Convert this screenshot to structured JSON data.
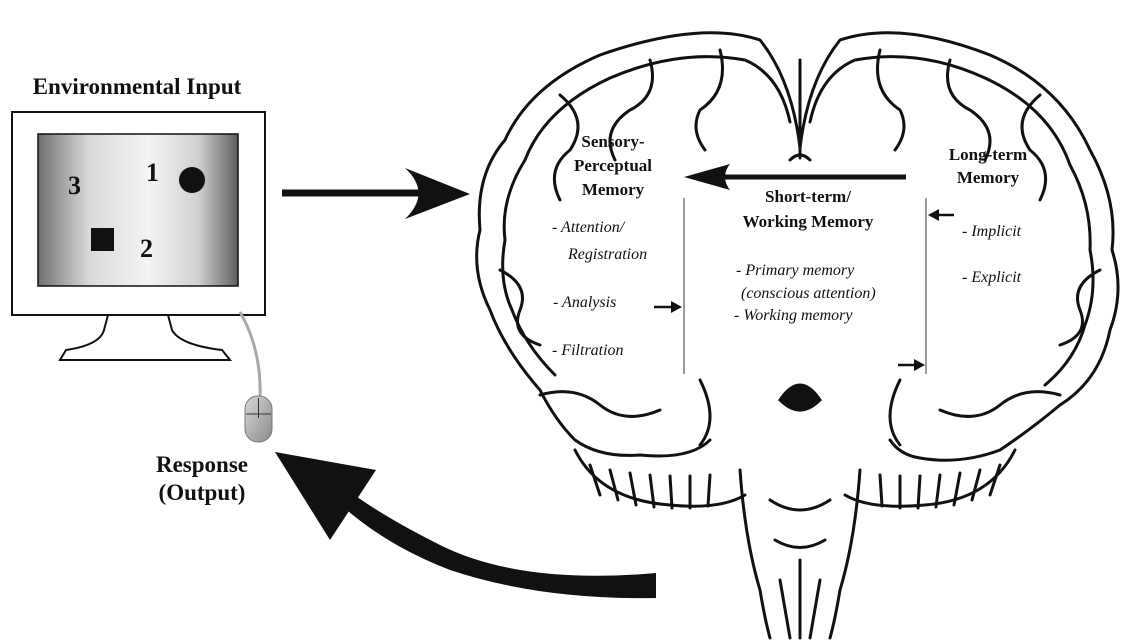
{
  "title": "Environmental Input",
  "screen": {
    "numbers": [
      "1",
      "2",
      "3"
    ]
  },
  "response": {
    "line1": "Response",
    "line2": "(Output)"
  },
  "sensory": {
    "heading": [
      "Sensory-",
      "Perceptual",
      "Memory"
    ],
    "items": [
      "- Attention/",
      "Registration",
      "- Analysis",
      "- Filtration"
    ]
  },
  "short_term": {
    "heading": [
      "Short-term/",
      "Working Memory"
    ],
    "items": [
      "- Primary memory",
      "(conscious attention)",
      "- Working memory"
    ]
  },
  "long_term": {
    "heading": [
      "Long-term",
      "Memory"
    ],
    "items": [
      "- Implicit",
      "- Explicit"
    ]
  },
  "colors": {
    "ink": "#111111",
    "background": "#ffffff",
    "divider": "#9a9a9a",
    "mouse": "#a8a8a8"
  }
}
